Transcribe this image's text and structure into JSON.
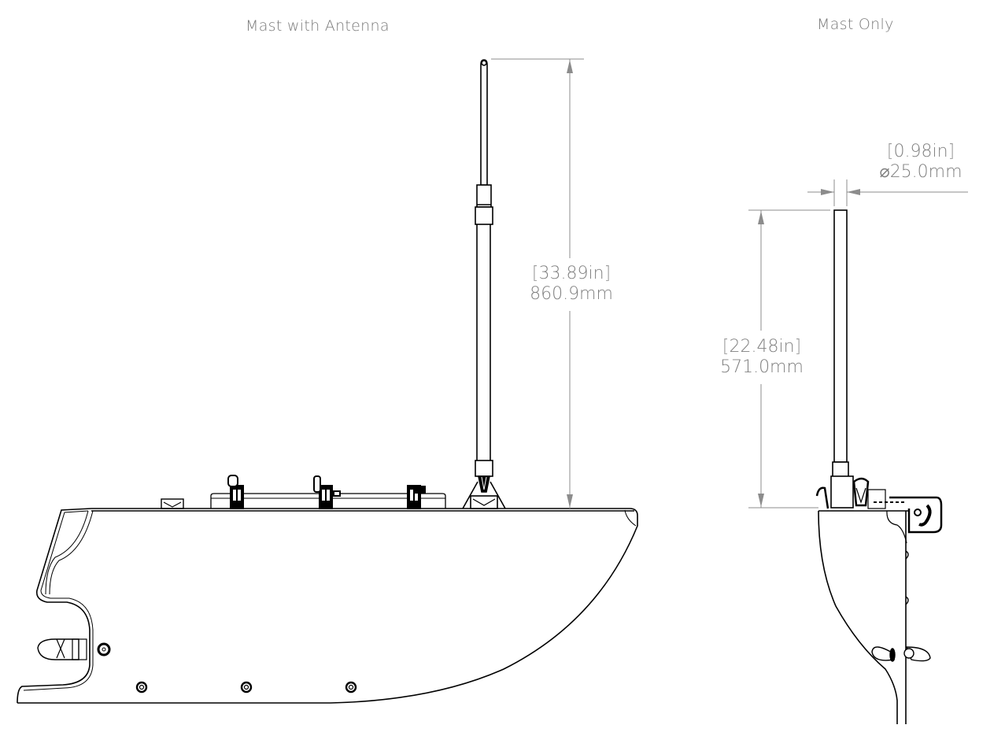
{
  "views": {
    "left": {
      "title": "Mast with Antenna",
      "dimension": {
        "inches": "33.89in",
        "metric": "860.9mm"
      }
    },
    "right": {
      "title": "Mast Only",
      "height_dimension": {
        "inches": "22.48in",
        "metric": "571.0mm"
      },
      "diameter_dimension": {
        "inches": "0.98in",
        "metric": "25.0mm",
        "symbol": "⌀"
      }
    }
  },
  "colors": {
    "outline": "#000000",
    "dimension_line": "#8c8c8c",
    "text": "#7a7a7a",
    "background": "#ffffff"
  }
}
